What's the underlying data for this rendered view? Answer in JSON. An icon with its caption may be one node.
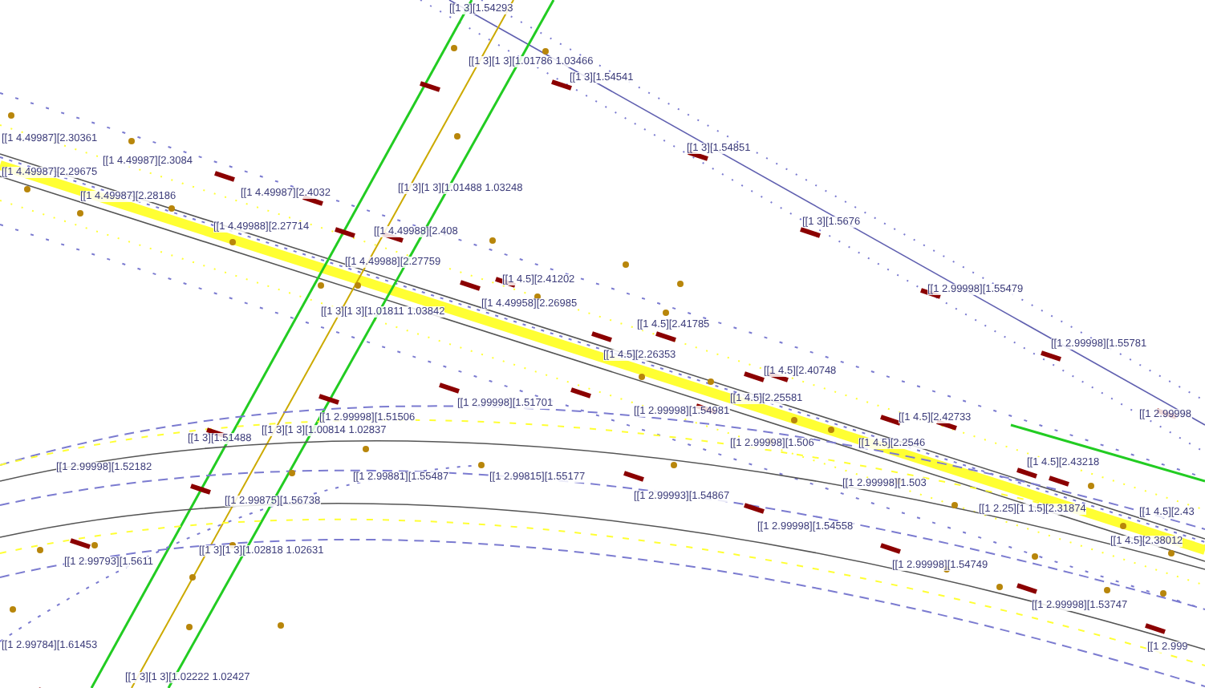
{
  "diagram": {
    "labels": [
      "[[1 3][1.54293",
      "[[1 3][1 3][1.01786 1.03466",
      "[[1 3][1.54541",
      "[[1 4.49987][2.30361",
      "[[1 4.49987][2.3084",
      "[[1 4.49987][2.29675",
      "[[1 4.49987][2.28186",
      "[[1 4.49987][2.4032",
      "[[1 3][1 3][1.01488 1.03248",
      "[[1 3][1.54851",
      "[[1 4.49988][2.27714",
      "[[1 4.49988][2.408",
      "[[1 3][1.5676",
      "[[1 4.49988][2.27759",
      "[[1 4.5][2.41202",
      "[[1 2.99998][1.55479",
      "[[1 3][1 3][1.01811 1.03842",
      "[[1 4.49958][2.26985",
      "[[1 4.5][2.41785",
      "[[1 2.99998][1.55781",
      "[[1 4.5][2.26353",
      "[[1 4.5][2.40748",
      "[[1 2.99998][1.51701",
      "[[1 2.99998][1.51506",
      "[[1 2.99998][1.54981",
      "[[1 4.5][2.25581",
      "[[1 4.5][2.42733",
      "[[1 2.99998",
      "[[1 3][1.51488",
      "[[1 3][1 3][1.00814 1.02837",
      "[[1 2.99998][1.506",
      "[[1 4.5][2.2546",
      "[[1 2.99998][1.52182",
      "[[1 2.99998][1.503",
      "[[1 4.5][2.43218",
      "[[1 2.99881][1.55487",
      "[[1 2.99815][1.55177",
      "[[1 2.99993][1.54867",
      "[[1 2.99875][1.56738",
      "[[1 2.25][1 1.5][2.31874",
      "[[1 4.5][2.43",
      "[[1 2.99998][1.54558",
      "[[1 4.5][2.38012",
      "[[1 2.99793][1.5611",
      "[[1 3][1 3][1.02818 1.02631",
      "[[1 2.99998][1.54749",
      "[[1 2.99998][1.53747",
      "[[1 2.99784][1.61453",
      "[[1 2.999",
      "[[1 3][1 3][1.02222 1.02427"
    ]
  }
}
